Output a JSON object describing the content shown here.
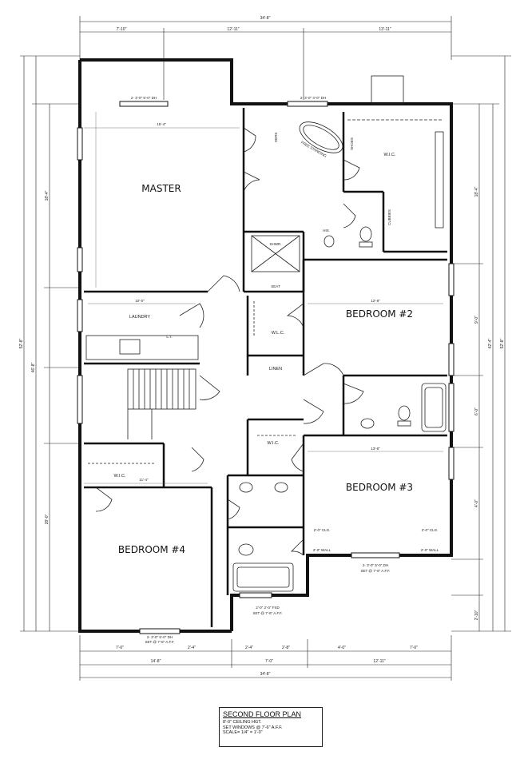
{
  "rooms": {
    "master": "MASTER",
    "bedroom2": "BEDROOM #2",
    "bedroom3": "BEDROOM #3",
    "bedroom4": "BEDROOM #4",
    "laundry": "LAUNDRY",
    "wic_master": "W.I.C.",
    "wlc": "W.L.C.",
    "linen": "LINEN",
    "wic3": "W.I.C.",
    "wic4": "W.I.C.",
    "shower": "SHWR.",
    "seat": "SEAT",
    "free_standing": "FREE STANDING",
    "shoes": "SHOES",
    "his": "HIS",
    "hers": "HERS",
    "cubbies": "CUBBIES",
    "lt": "L.T."
  },
  "dimensions": {
    "overall_top": "34'-8\"",
    "top_left": "7'-10\"",
    "top_mid": "12'-11\"",
    "top_right": "13'-11\"",
    "bottom_overall": "34'-8\"",
    "bottom_left": "14'-8\"",
    "bottom_mid": "7'-0\"",
    "bottom_right": "12'-11\"",
    "bot_a": "7'-0\"",
    "bot_b": "2'-4\"",
    "bot_c": "2'-4\"",
    "bot_d": "2'-8\"",
    "bot_e": "4'-0\"",
    "bot_f": "7'-0\"",
    "left_overall": "52'-8\"",
    "left_a": "46'-8\"",
    "left_b": "18'-4\"",
    "left_c": "28'-0\"",
    "right_overall": "52'-8\"",
    "right_a": "42'-4\"",
    "right_b": "18'-4\"",
    "right_c": "9'-0\"",
    "right_d": "6'-0\"",
    "right_e": "4'-0\"",
    "right_f": "2'-10\"",
    "master_w": "15'-4\"",
    "bed2_w": "12'-8\"",
    "bed3_w": "13'-8\"",
    "bed4_w": "11'-4\"",
    "laundry_w": "10'-0\""
  },
  "windows": {
    "top_left": "2- 3'-0\" 5'-0\" DH",
    "top_mid": "2- 3'-0\" 4'-0\" DH",
    "bed4_bottom": "2- 3'-0\" 5'-0\" DH",
    "bed4_bottom_set": "SET @ 7'-6\" A.F.F.",
    "bed3_bottom": "2- 3'-0\" 5'-0\" DH",
    "bed3_bottom_set": "SET @ 7'-6\" A.F.F.",
    "bath_bottom": "2'-0\" 2'-0\" FXD",
    "bath_bottom_set": "SET @ 7'-6\" A.F.F."
  },
  "labels": {
    "wall_a": "2'-0\" WALL",
    "wall_b": "2'-0\" WALL",
    "clos_a": "2'-0\" CLG.",
    "clos_b": "2'-0\" CLG."
  },
  "title_block": {
    "title": "SECOND FLOOR PLAN",
    "line1": "8'-0\" CEILING HGT.",
    "line2": "SET WINDOWS @ 7'-6\" A.F.F.",
    "line3": "SCALE= 1/4\" = 1'-0\""
  }
}
